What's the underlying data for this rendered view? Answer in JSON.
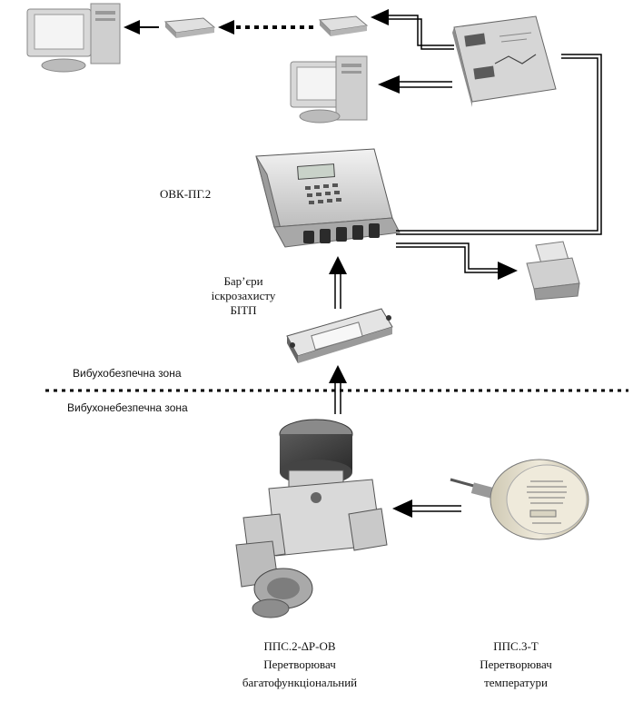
{
  "diagram": {
    "devices": {
      "controller": {
        "label": "ОВК-ПГ.2"
      },
      "barrier": {
        "label_lines": [
          "Бар’єри",
          "іскрозахисту",
          "БІТП"
        ]
      },
      "sensor_pressure": {
        "label_lines": [
          "ППС.2-∆Р-ОВ",
          "Перетворювач",
          "багатофункціональний"
        ]
      },
      "sensor_temperature": {
        "label_lines": [
          "ППС.3-Т",
          "Перетворювач",
          "температури"
        ]
      }
    },
    "zones": {
      "safe": "Вибухобезпечна зона",
      "hazardous": "Вибухонебезпечна зона"
    },
    "colors": {
      "line": "#000000",
      "device_light": "#e6e6e6",
      "device_dark": "#3a3a3a",
      "sensor_body": "#6f6f6f",
      "temp_sensor_body": "#d9d4c2"
    }
  }
}
